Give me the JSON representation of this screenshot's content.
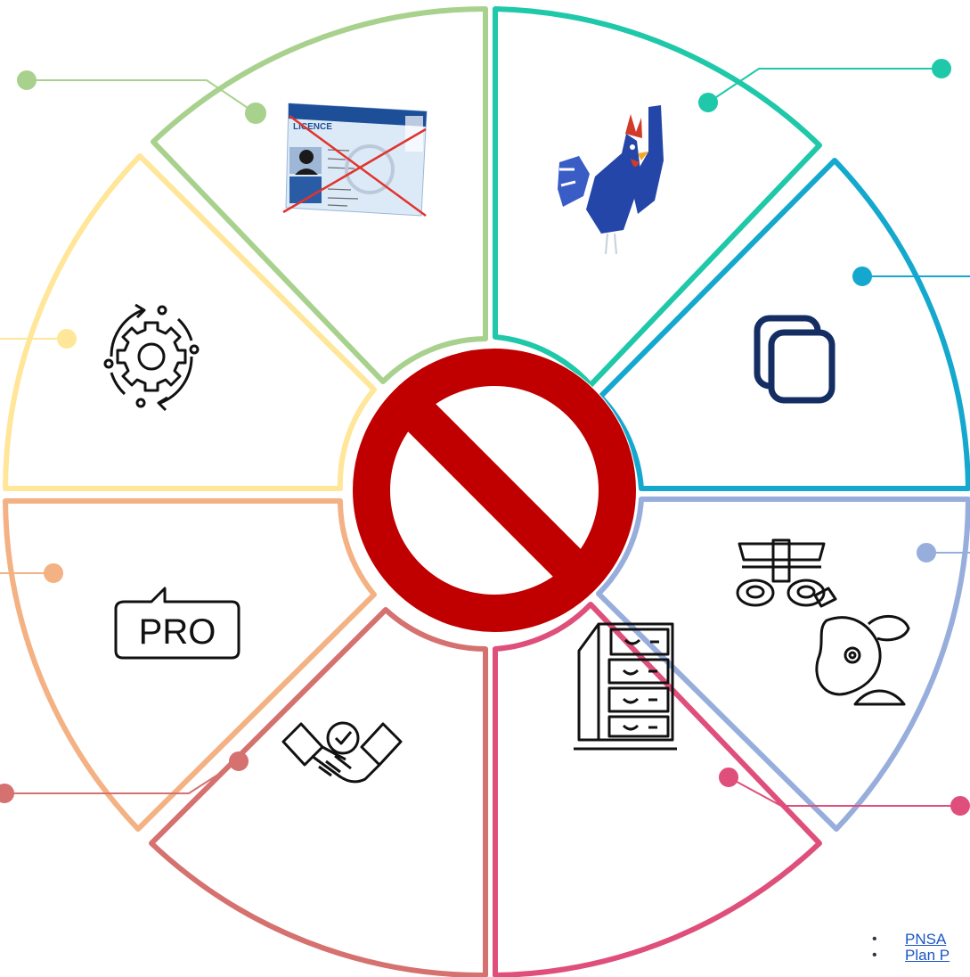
{
  "colors": {
    "background": "#ffffff",
    "segment_licence": "#a9d18e",
    "segment_coq": "#1ec8a9",
    "segment_copy": "#15a8cf",
    "segment_equipment": "#97aedd",
    "segment_archive": "#df4f7b",
    "segment_handshake": "#d5716f",
    "segment_pro": "#f4b183",
    "segment_process": "#ffe699",
    "prohibited_sign": "#c00000",
    "link": "#1a56c4"
  },
  "segments": [
    {
      "id": "licence",
      "icon": "crossed-licence-card-icon",
      "color": "#a9d18e"
    },
    {
      "id": "coq",
      "icon": "rooster-icon",
      "color": "#1ec8a9"
    },
    {
      "id": "copy",
      "icon": "copy-documents-icon",
      "color": "#15a8cf"
    },
    {
      "id": "equipment",
      "icon": "climbing-harness-holds-icon",
      "color": "#97aedd"
    },
    {
      "id": "archive",
      "icon": "filing-cabinet-icon",
      "color": "#df4f7b"
    },
    {
      "id": "handshake",
      "icon": "handshake-check-icon",
      "color": "#d5716f"
    },
    {
      "id": "pro",
      "icon": "pro-speech-bubble-icon",
      "color": "#f4b183"
    },
    {
      "id": "process",
      "icon": "gear-cycle-icon",
      "color": "#ffe699"
    }
  ],
  "center_icon": "prohibited-sign-icon",
  "licence_card": {
    "title": "LICENCE"
  },
  "pro_badge": {
    "text": "PRO"
  },
  "links": [
    {
      "label": "PNSA"
    },
    {
      "label": "Plan P"
    }
  ]
}
